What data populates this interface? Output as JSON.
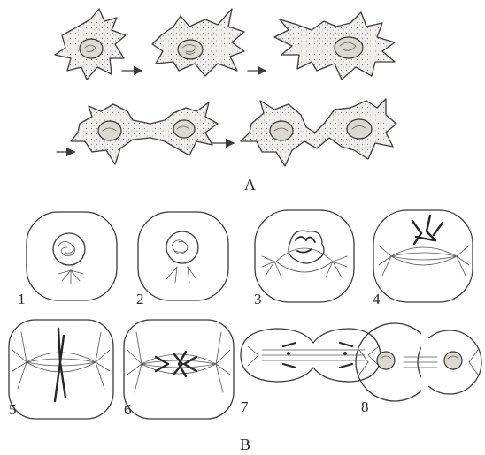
{
  "panel_a": {
    "label": "A",
    "frames": [
      "amoeboid-cell-1",
      "amoeboid-cell-2",
      "amoeboid-cell-3",
      "dividing-cell-1",
      "dividing-cell-2"
    ]
  },
  "panel_b": {
    "label": "B",
    "stages": [
      {
        "label": "1"
      },
      {
        "label": "2"
      },
      {
        "label": "3"
      },
      {
        "label": "4"
      },
      {
        "label": "5"
      },
      {
        "label": "6"
      },
      {
        "label": "7"
      },
      {
        "label": "8"
      }
    ]
  },
  "icons": {
    "arrow": "right-arrow-icon"
  }
}
